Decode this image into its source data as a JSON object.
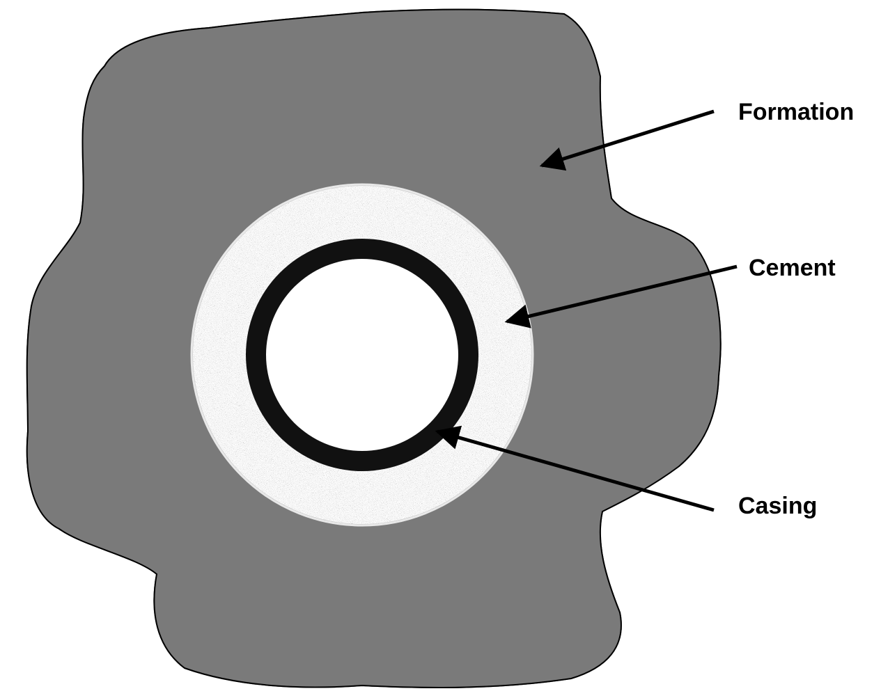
{
  "labels": {
    "formation": "Formation",
    "cement": "Cement",
    "casing": "Casing"
  },
  "colors": {
    "background": "#ffffff",
    "formation": "#7a7a7a",
    "cement": "#c4c4c4",
    "casing": "#111111",
    "bore": "#ffffff",
    "outline": "#000000"
  }
}
